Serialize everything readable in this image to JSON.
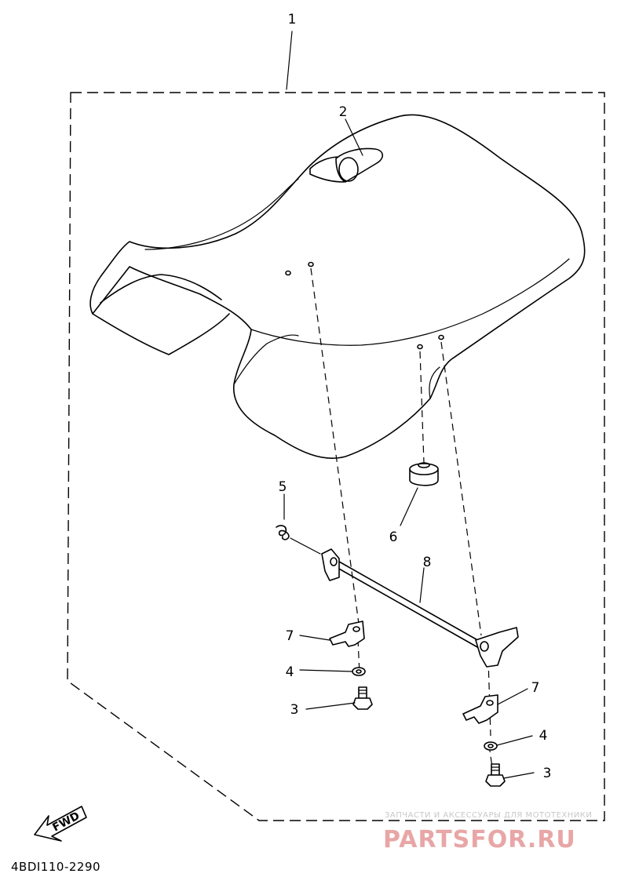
{
  "callouts": {
    "n1": "1",
    "n2": "2",
    "n3a": "3",
    "n3b": "3",
    "n4a": "4",
    "n4b": "4",
    "n5": "5",
    "n6": "6",
    "n7a": "7",
    "n7b": "7",
    "n8": "8"
  },
  "fwd_label": "FWD",
  "part_code": "4BDI110-2290",
  "watermark": {
    "top": "ЗАПЧАСТИ И АКСЕССУАРЫ ДЛЯ МОТОТЕХНИКИ",
    "logo": "PARTSFOR.RU"
  },
  "colors": {
    "line": "#000000",
    "watermark_logo": "#e8a6a6",
    "watermark_text": "#c8c8c8"
  }
}
